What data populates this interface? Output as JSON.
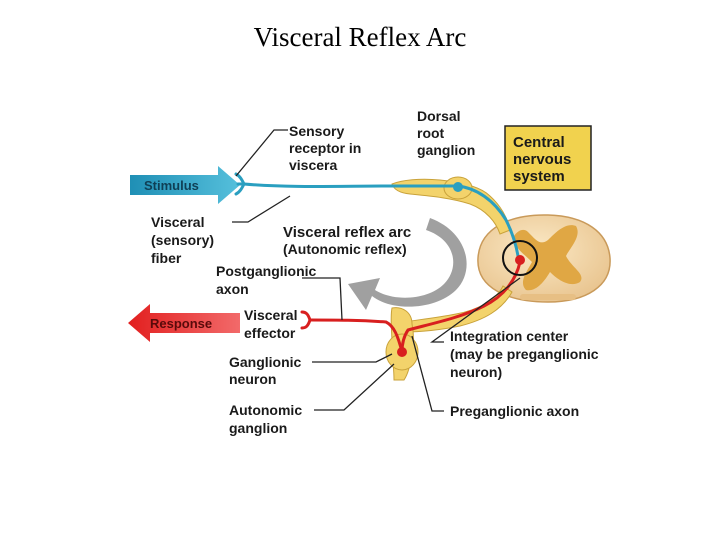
{
  "slide": {
    "title": "Visceral Reflex Arc"
  },
  "arrows": {
    "stimulus": "Stimulus",
    "response": "Response"
  },
  "labels": {
    "sensory_receptor": [
      "Sensory",
      "receptor in",
      "viscera"
    ],
    "dorsal_root_ganglion": [
      "Dorsal",
      "root",
      "ganglion"
    ],
    "cns": [
      "Central",
      "nervous",
      "system"
    ],
    "visceral_sensory_fiber": [
      "Visceral",
      "(sensory)",
      "fiber"
    ],
    "reflex_arc_title": "Visceral reflex arc",
    "reflex_arc_subtitle": "(Autonomic reflex)",
    "postganglionic_axon": [
      "Postganglionic",
      "axon"
    ],
    "visceral_effector": [
      "Visceral",
      "effector"
    ],
    "integration_center": [
      "Integration center",
      "(may be preganglionic",
      "neuron)"
    ],
    "ganglionic_neuron": [
      "Ganglionic",
      "neuron"
    ],
    "autonomic_ganglion": [
      "Autonomic",
      "ganglion"
    ],
    "preganglionic_axon": "Preganglionic axon"
  },
  "colors": {
    "sensory": "#2a9fc0",
    "motor": "#d81f1f",
    "ganglion": "#f3d36b",
    "cord_white": "#f6e1b6",
    "cord_grey": "#e2ad45",
    "cns_box": "#f1d24e",
    "circular_arrow": "#9a9a9a"
  }
}
